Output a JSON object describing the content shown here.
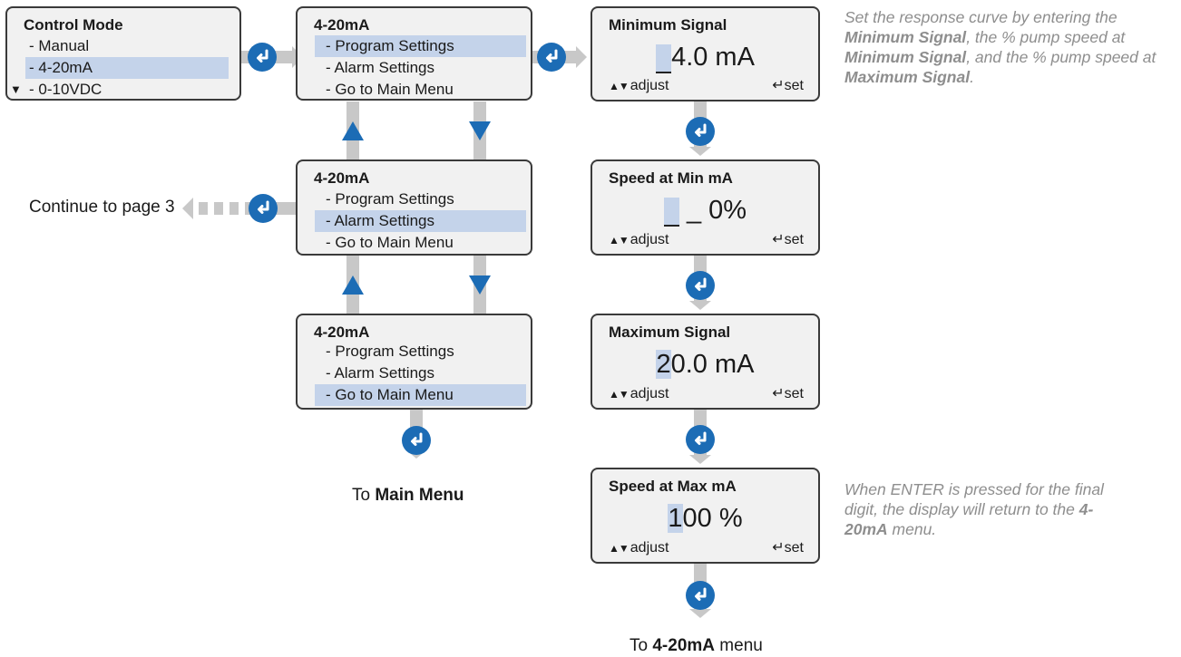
{
  "control_mode": {
    "title": "Control Mode",
    "items": [
      "- Manual",
      "- 4-20mA",
      "- 0-10VDC"
    ],
    "selected": 1,
    "more_indicator": "▼"
  },
  "menu_4_20": {
    "title": "4-20mA",
    "items": [
      "- Program Settings",
      "- Alarm Settings",
      "- Go to Main Menu"
    ]
  },
  "screens": [
    {
      "title": "Minimum Signal",
      "cursor": " ",
      "value_after": "4.0 mA"
    },
    {
      "title": "Speed at Min mA",
      "cursor": " ",
      "value_after": "_ 0%"
    },
    {
      "title": "Maximum Signal",
      "cursor": "2",
      "value_after": "0.0 mA"
    },
    {
      "title": "Speed at Max mA",
      "cursor": "1",
      "value_after": "00 %"
    }
  ],
  "footer": {
    "adjust_arrows": "▲▼",
    "adjust": "adjust",
    "set_symbol": "↵",
    "set": "set"
  },
  "captions": {
    "continue": "Continue to page 3",
    "to": "To",
    "main_menu": "Main Menu",
    "menu_4_20_bold": "4-20mA",
    "menu_word": "menu"
  },
  "note_top": {
    "p1": "Set the response curve by entering the ",
    "b1": "Minimum Signal",
    "p2": ", the % pump speed at ",
    "b2": "Minimum Signal",
    "p3": ", and the % pump speed at ",
    "b3": "Maximum Signal",
    "p4": "."
  },
  "note_bottom": {
    "p1": "When ENTER is pressed for the final digit, the display will return to the ",
    "b1": "4-20mA",
    "p2": " menu."
  },
  "colors": {
    "accent": "#1c6cb5",
    "highlight": "#c4d3ea",
    "connector": "#c8c8c8",
    "note": "#8e8e8e"
  }
}
